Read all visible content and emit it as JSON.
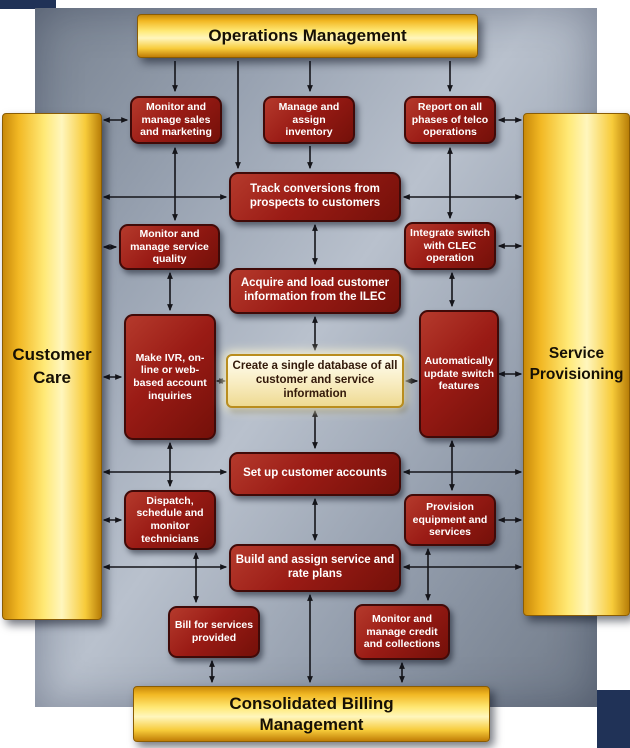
{
  "banners": {
    "top": "Operations Management",
    "bottom": "Consolidated Billing\nManagement",
    "left": "Customer Care",
    "right": "Service Provisioning"
  },
  "nodes": {
    "monitor_sales": "Monitor and manage sales and marketing",
    "manage_inventory": "Manage and assign inventory",
    "report_telco": "Report on all phases of telco operations",
    "track_conversions": "Track conversions from prospects to customers",
    "service_quality": "Monitor and manage service quality",
    "integrate_switch": "Integrate switch with CLEC operation",
    "acquire_ilec": "Acquire and load customer information from the ILEC",
    "ivr_inquiries": "Make IVR, on-line or web-based account inquiries",
    "central_database": "Create a single database of all customer and service information",
    "update_switch": "Automatically update switch features",
    "setup_accounts": "Set up customer accounts",
    "dispatch_technicians": "Dispatch, schedule and monitor technicians",
    "provision_equipment": "Provision equipment and services",
    "build_plans": "Build and assign service and rate plans",
    "bill_services": "Bill for services provided",
    "credit_collections": "Monitor and manage credit and collections"
  },
  "colors": {
    "node_red": "#9a1b15",
    "node_border": "#400a08",
    "banner_gold": "#f2b824",
    "banner_highlight": "#fff6bd",
    "panel_slate": "#939dac",
    "center_cream": "#f8ecc0",
    "arrow_black": "#15151a",
    "corner_navy": "#203257"
  }
}
